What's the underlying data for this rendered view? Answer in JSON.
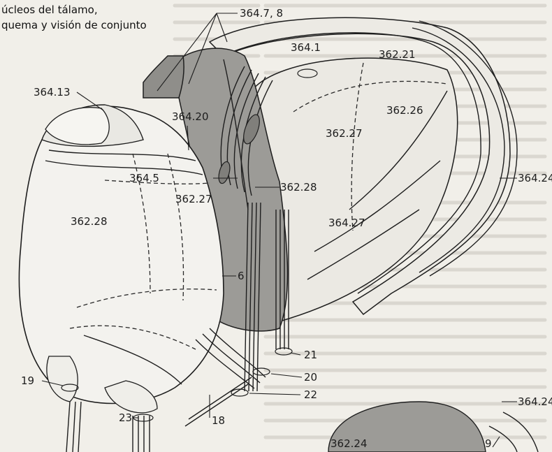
{
  "title": {
    "line1": "úcleos del tálamo,",
    "line2": "quema y visión de conjunto"
  },
  "labels": {
    "l364_7_8": "364.7, 8",
    "l364_1": "364.1",
    "l362_21": "362.21",
    "l364_13": "364.13",
    "l364_20": "364.20",
    "l362_26": "362.26",
    "l362_27a": "362.27",
    "l364_24a": "364.24",
    "l364_5": "364.5",
    "l362_28a": "362.28",
    "l362_27b": "362.27",
    "l364_27": "364.27",
    "l362_28b": "362.28",
    "l6": "6",
    "l21": "21",
    "l20": "20",
    "l19": "19",
    "l22": "22",
    "l23": "23",
    "l18": "18",
    "l364_24b": "364.24",
    "l362_24": "362.24",
    "l9": "9"
  },
  "colors": {
    "background": "#f1efe9",
    "grey_nucleus": "#9c9b97",
    "light_structure": "#e8e6e0",
    "line": "#1e1e1e"
  }
}
